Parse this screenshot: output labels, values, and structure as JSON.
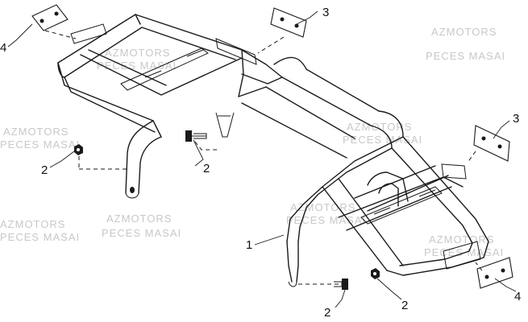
{
  "callouts": {
    "c1": "1",
    "c2a": "2",
    "c2b": "2",
    "c2c": "2",
    "c2d": "2",
    "c3a": "3",
    "c3b": "3",
    "c4a": "4",
    "c4b": "4"
  },
  "watermark": {
    "line1": "AZMOTORS",
    "line2": "PECES MASAI"
  }
}
